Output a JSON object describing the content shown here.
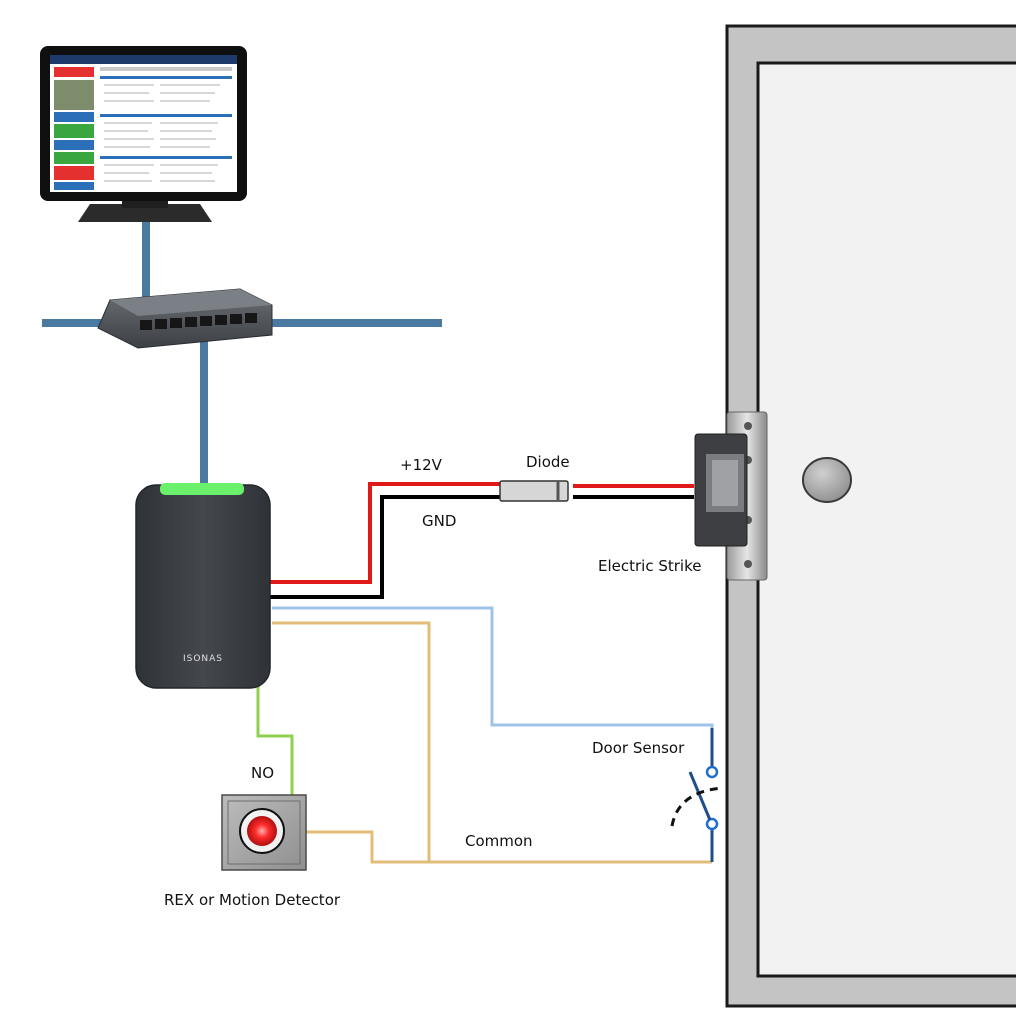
{
  "labels": {
    "plus12v": "+12V",
    "diode": "Diode",
    "gnd": "GND",
    "electric_strike": "Electric Strike",
    "door_sensor": "Door Sensor",
    "no": "NO",
    "common": "Common",
    "rex": "REX or Motion Detector",
    "reader_brand": "ISONAS"
  },
  "colors": {
    "network": "#4a7aa2",
    "power_positive": "#e01919",
    "ground": "#000000",
    "door_sensor_wire": "#9fc3e6",
    "common_wire": "#e2bd7a",
    "rex_wire": "#8fd14f",
    "door_frame": "#c4c4c4",
    "door_panel": "#f2f2f2",
    "reader_body": "#3b3f45",
    "reader_led": "#6bf06b",
    "rex_button": "#ff2b2b"
  },
  "icons": {
    "monitor": "computer-monitor-icon",
    "switch": "network-switch-icon",
    "reader": "card-reader-icon",
    "strike": "electric-strike-icon",
    "rex": "rex-button-icon",
    "sensor": "door-sensor-switch-icon",
    "knob": "door-knob-icon"
  }
}
